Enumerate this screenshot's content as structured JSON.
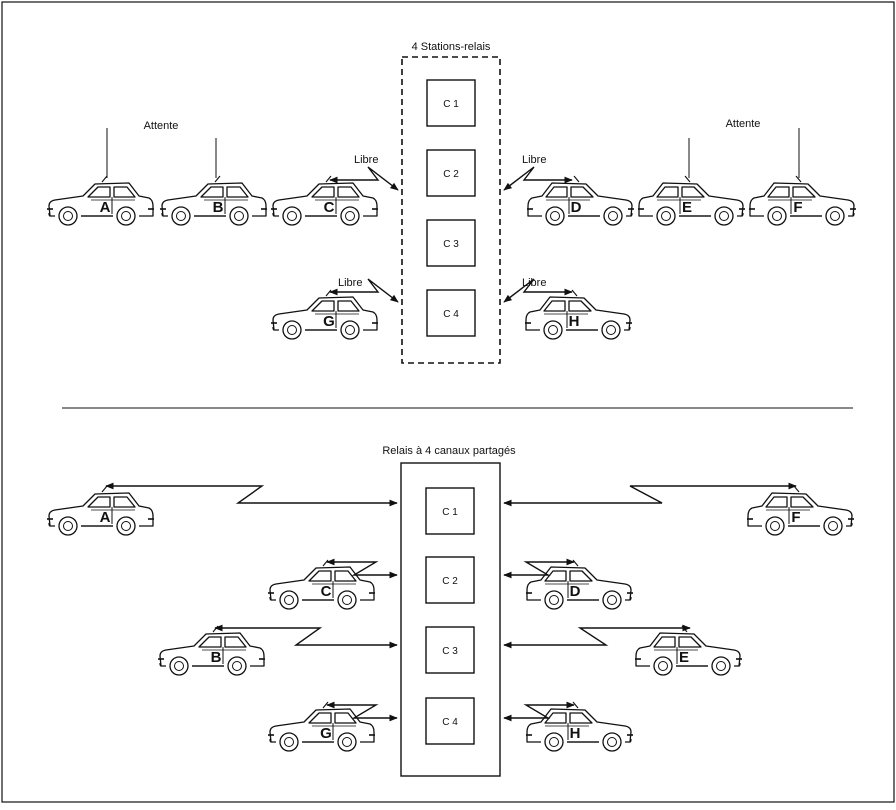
{
  "top": {
    "title": "4 Stations-relais",
    "attente_left": "Attente",
    "attente_right": "Attente",
    "free_label": "Libre",
    "channels": [
      "C 1",
      "C 2",
      "C 3",
      "C 4"
    ],
    "cars": {
      "A": "A",
      "B": "B",
      "C": "C",
      "D": "D",
      "E": "E",
      "F": "F",
      "G": "G",
      "H": "H"
    }
  },
  "bottom": {
    "title": "Relais à 4 canaux partagés",
    "channels": [
      "C 1",
      "C 2",
      "C 3",
      "C 4"
    ],
    "cars": {
      "A": "A",
      "B": "B",
      "C": "C",
      "D": "D",
      "E": "E",
      "F": "F",
      "G": "G",
      "H": "H"
    }
  },
  "colors": {
    "ink": "#111111",
    "background": "#ffffff"
  }
}
